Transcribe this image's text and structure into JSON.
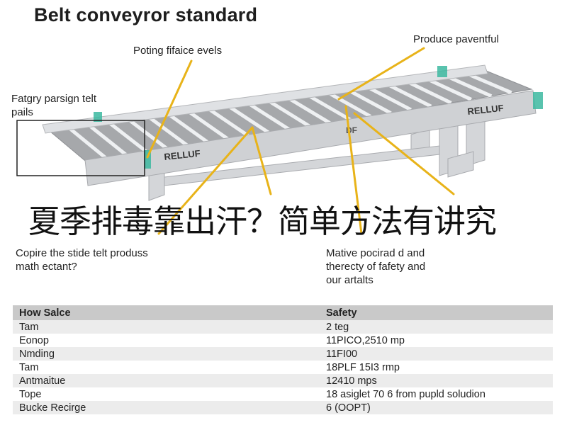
{
  "title": "Belt conveyror standard",
  "callouts": {
    "top_left": "Poting fifaice evels",
    "top_right": "Produce paventful",
    "left": [
      "Fatgry parsign telt",
      "pails"
    ],
    "bottom_left": [
      "Copire the stide telt produss",
      "math ectant?"
    ],
    "bottom_right": [
      "Mative pocirad d and",
      "therecty of fafety and",
      "our artalts"
    ]
  },
  "overlay_text": "夏季排毒靠出汗？简单方法有讲究",
  "frame_labels": {
    "left": "RELLUF",
    "right": "RELLUF",
    "mid": "DF"
  },
  "table": {
    "headers": [
      "How Salce",
      "Safety"
    ],
    "rows": [
      [
        "Tam",
        "2 teg"
      ],
      [
        "Eonop",
        "11PICO,2510 mp"
      ],
      [
        "Nmding",
        "11FI00"
      ],
      [
        "Tam",
        "18PLF 15I3 rmp"
      ],
      [
        "Antmaitue",
        "12410 mps"
      ],
      [
        "Tope",
        "18 asiglet 70 6 from pupld soludion"
      ],
      [
        "Bucke Recirge",
        "6 (OOPT)"
      ]
    ]
  },
  "colors": {
    "callout_line": "#e8b319",
    "frame": "#c9cbce",
    "bracket": "#3cb9a0",
    "header_bg": "#c9c9c9"
  }
}
